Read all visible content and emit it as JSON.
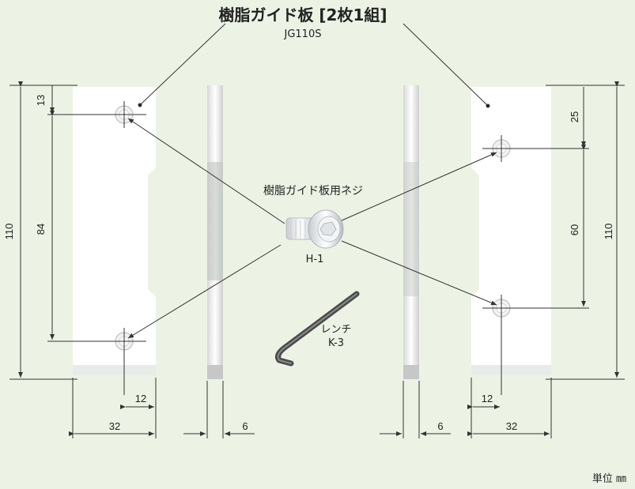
{
  "title": "樹脂ガイド板 [2枚1組]",
  "part_number": "JG110S",
  "screw_label": "樹脂ガイド板用ネジ",
  "screw_code": "H-1",
  "wrench_label": "レンチ",
  "wrench_code": "K-3",
  "unit_label": "単位 ㎜",
  "dimensions": {
    "left_height": "110",
    "left_top_offset": "13",
    "left_hole_pitch": "84",
    "left_hole_x": "12",
    "left_width": "32",
    "left_thickness": "6",
    "right_thickness": "6",
    "right_hole_x": "12",
    "right_width": "32",
    "right_top_offset": "25",
    "right_hole_pitch": "60",
    "right_height": "110"
  },
  "colors": {
    "background": "#ecf3e5",
    "plate": "#ffffff",
    "line": "#333333"
  }
}
